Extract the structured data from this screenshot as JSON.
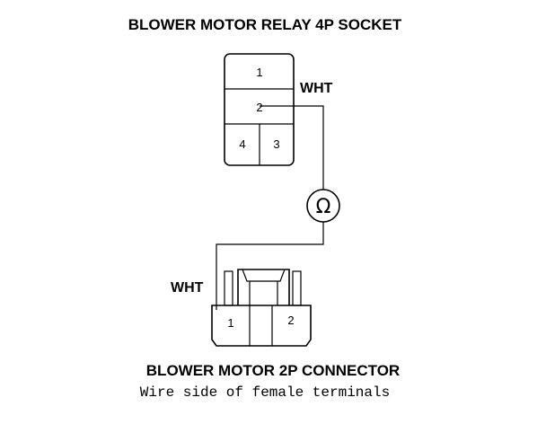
{
  "relay_socket": {
    "title": "BLOWER MOTOR RELAY 4P SOCKET",
    "pins": [
      "1",
      "2",
      "4",
      "3"
    ],
    "wire_color": "WHT"
  },
  "meter": {
    "symbol": "Ω"
  },
  "motor_connector": {
    "title": "BLOWER MOTOR 2P CONNECTOR",
    "subtitle": "Wire side of female terminals",
    "pins": [
      "1",
      "2"
    ],
    "wire_color": "WHT"
  }
}
